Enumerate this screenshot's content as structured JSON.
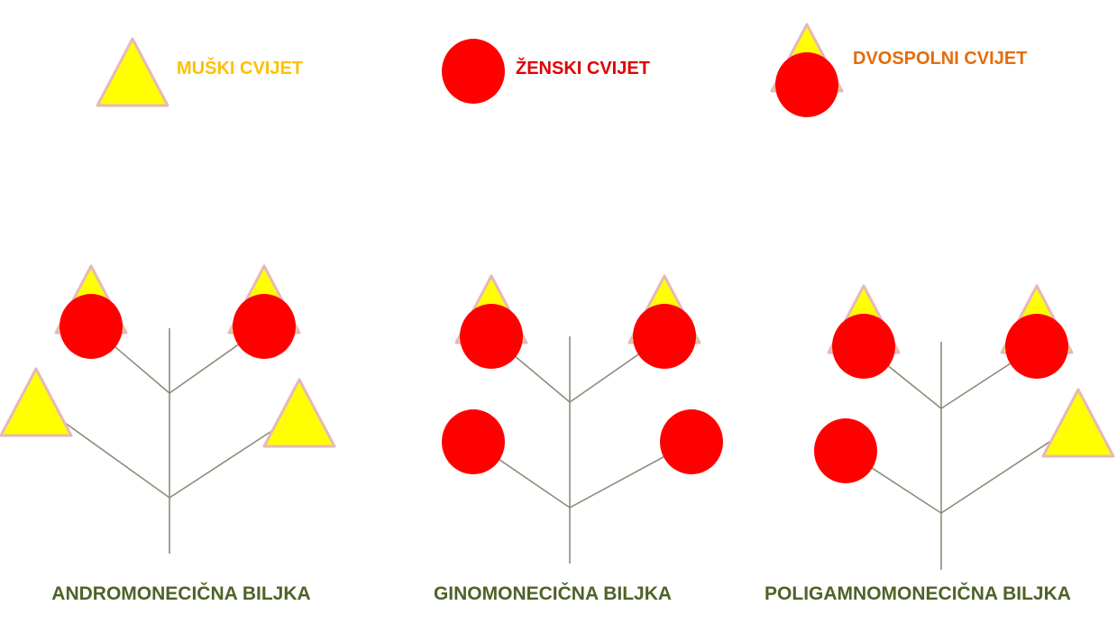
{
  "colors": {
    "male_fill": "#ffff00",
    "male_stroke": "#e6b9b8",
    "female_fill": "#ff0000",
    "female_stroke": "#ff0000",
    "stem": "#8c8c7a",
    "caption": "#4f6228"
  },
  "legend": {
    "male": {
      "label": "MUŠKI CVIJET",
      "color": "#ffc000",
      "symbol": "triangle"
    },
    "female": {
      "label": "ŽENSKI CVIJET",
      "color": "#e00000",
      "symbol": "circle"
    },
    "bisexual": {
      "label": "DVOSPOLNI CVIJET",
      "color": "#e46c0a",
      "symbol": "triangle-and-circle"
    }
  },
  "plants": [
    {
      "name": "ANDROMONECIČNA BILJKA",
      "flowers": {
        "upper_left": "bisexual",
        "upper_right": "bisexual",
        "lower_left": "male",
        "lower_right": "male"
      }
    },
    {
      "name": "GINOMONECIČNA BILJKA",
      "flowers": {
        "upper_left": "bisexual",
        "upper_right": "bisexual",
        "lower_left": "female",
        "lower_right": "female"
      }
    },
    {
      "name": "POLIGAMNOMONECIČNA BILJKA",
      "flowers": {
        "upper_left": "bisexual",
        "upper_right": "bisexual",
        "lower_left": "female",
        "lower_right": "male"
      }
    }
  ]
}
